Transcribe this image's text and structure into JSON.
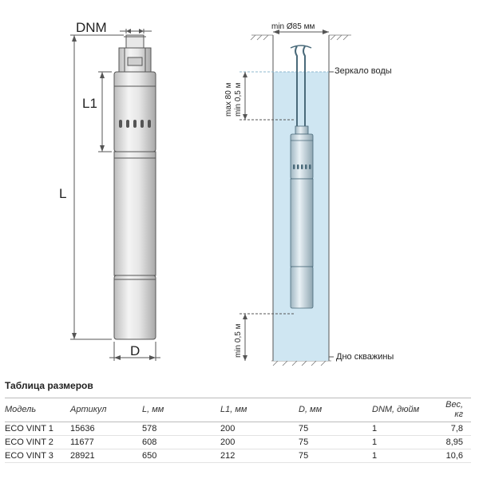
{
  "diagram": {
    "pump_labels": {
      "dnm": "DNM",
      "l1": "L1",
      "l": "L",
      "d": "D"
    },
    "well_labels": {
      "diameter": "min  Ø85 мм",
      "water_mirror": "Зеркало воды",
      "max_depth": "max 80 м",
      "min_top": "min 0,5 м",
      "min_bottom": "min 0,5 м",
      "well_bottom": "Дно скважины"
    },
    "colors": {
      "line": "#555555",
      "water": "#cfe6f2",
      "water_edge": "#8fb8cf",
      "pump_body": "#e4e4e4"
    }
  },
  "table": {
    "title": "Таблица размеров",
    "headers": [
      "Модель",
      "Артикул",
      "L, мм",
      "L1, мм",
      "D, мм",
      "DNM, дюйм",
      "Вес, кг"
    ],
    "rows": [
      [
        "ECO VINT 1",
        "15636",
        "578",
        "200",
        "75",
        "1",
        "7,8"
      ],
      [
        "ECO VINT 2",
        "11677",
        "608",
        "200",
        "75",
        "1",
        "8,95"
      ],
      [
        "ECO VINT 3",
        "28921",
        "650",
        "212",
        "75",
        "1",
        "10,6"
      ]
    ]
  }
}
